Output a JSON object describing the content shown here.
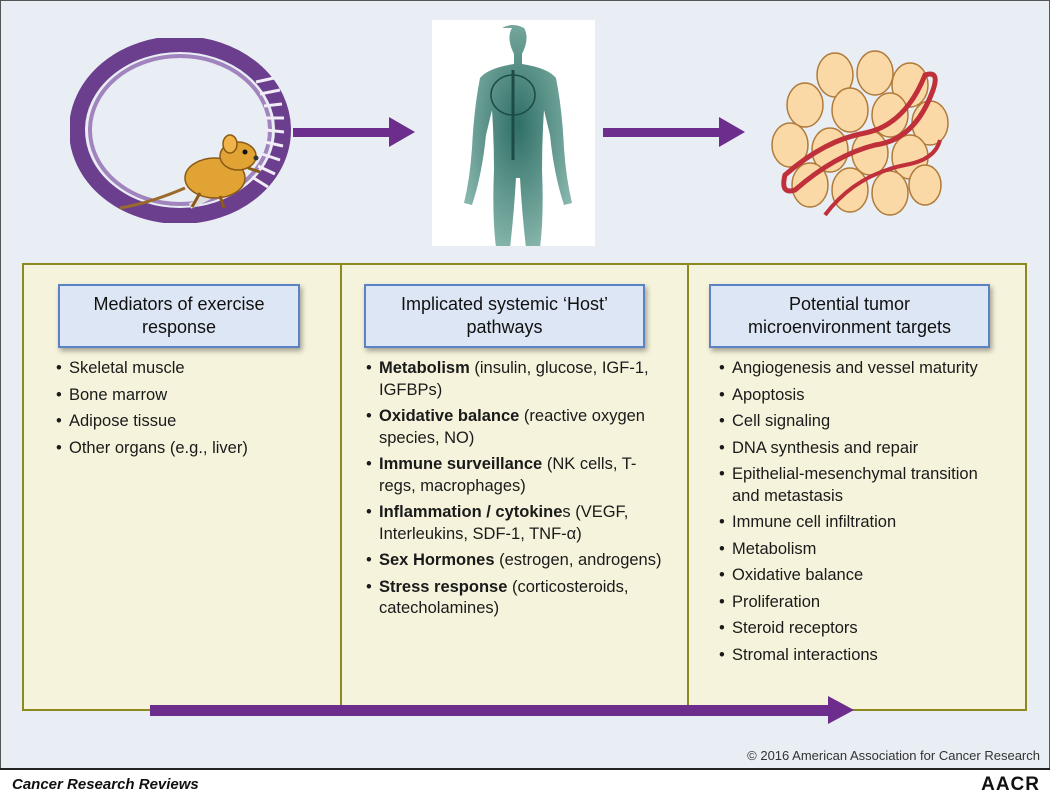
{
  "columns": [
    {
      "header": "Mediators of exercise response",
      "items": [
        {
          "bold": "",
          "text": "Skeletal muscle"
        },
        {
          "bold": "",
          "text": "Bone marrow"
        },
        {
          "bold": "",
          "text": "Adipose tissue"
        },
        {
          "bold": "",
          "text": "Other organs (e.g., liver)"
        }
      ]
    },
    {
      "header": "Implicated systemic ‘Host’ pathways",
      "items": [
        {
          "bold": "Metabolism",
          "text": " (insulin, glucose, IGF-1, IGFBPs)"
        },
        {
          "bold": "Oxidative balance",
          "text": " (reactive oxygen species, NO)"
        },
        {
          "bold": "Immune surveillance",
          "text": " (NK cells, T-regs, macrophages)"
        },
        {
          "bold": "Inflammation / cytokine",
          "text": "s (VEGF, Interleukins, SDF-1, TNF-α)"
        },
        {
          "bold": "Sex Hormones",
          "text": " (estrogen, androgens)"
        },
        {
          "bold": "Stress response",
          "text": " (corticosteroids, catecholamines)"
        }
      ]
    },
    {
      "header": "Potential tumor microenvironment targets",
      "items": [
        {
          "bold": "",
          "text": "Angiogenesis and vessel maturity"
        },
        {
          "bold": "",
          "text": "Apoptosis"
        },
        {
          "bold": "",
          "text": "Cell signaling"
        },
        {
          "bold": "",
          "text": "DNA synthesis and repair"
        },
        {
          "bold": "",
          "text": "Epithelial-mesenchymal transition and metastasis"
        },
        {
          "bold": "",
          "text": "Immune cell infiltration"
        },
        {
          "bold": "",
          "text": "Metabolism"
        },
        {
          "bold": "",
          "text": "Oxidative balance"
        },
        {
          "bold": "",
          "text": "Proliferation"
        },
        {
          "bold": "",
          "text": "Steroid receptors"
        },
        {
          "bold": "",
          "text": "Stromal interactions"
        }
      ]
    }
  ],
  "copyright": "© 2016 American Association for Cancer Research",
  "journal": "Cancer Research Reviews",
  "logo": "AACR",
  "colors": {
    "arrow": "#6c2d8c",
    "panel_border": "#8c8a1e",
    "header_border": "#5b82c4"
  },
  "icons": [
    "mouse-in-wheel-illustration",
    "human-body-xray-illustration",
    "tumor-cells-vessel-illustration"
  ]
}
